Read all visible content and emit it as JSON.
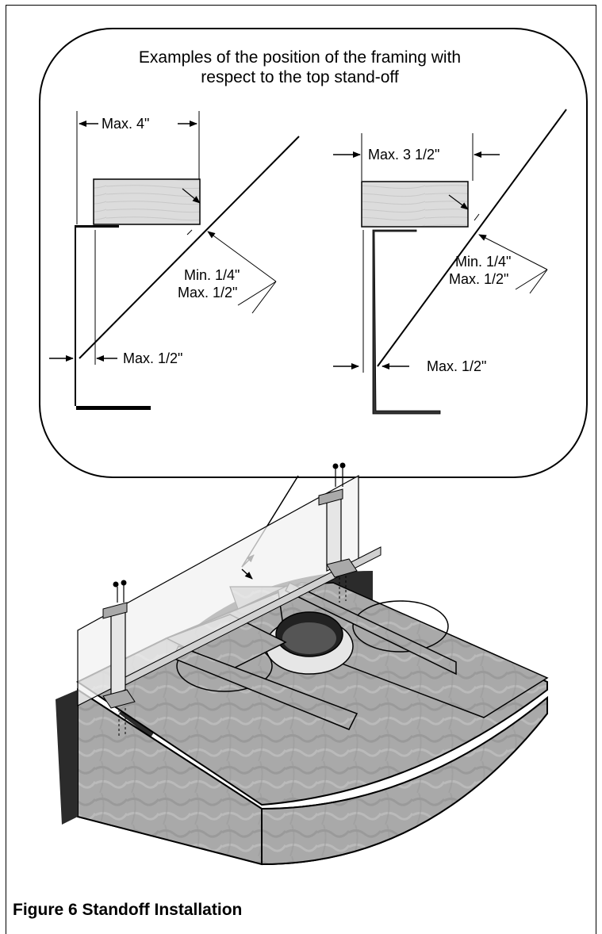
{
  "callout": {
    "title_line1": "Examples of the position of the framing with",
    "title_line2": "respect to the top stand-off"
  },
  "left_example": {
    "width_label": "Max. 4\"",
    "gap_min_label": "Min. 1/4\"",
    "gap_max_label": "Max. 1/2\"",
    "offset_label": "Max. 1/2\""
  },
  "right_example": {
    "width_label": "Max. 3 1/2\"",
    "gap_min_label": "Min. 1/4\"",
    "gap_max_label": "Max. 1/2\"",
    "offset_label": "Max. 1/2\""
  },
  "caption": "Figure 6 Standoff Installation",
  "colors": {
    "line": "#000000",
    "wood": "#d9d9d9",
    "metal": "#a9a9a9",
    "metal_dark": "#7f7f7f",
    "shield": "#f2f2f2"
  }
}
